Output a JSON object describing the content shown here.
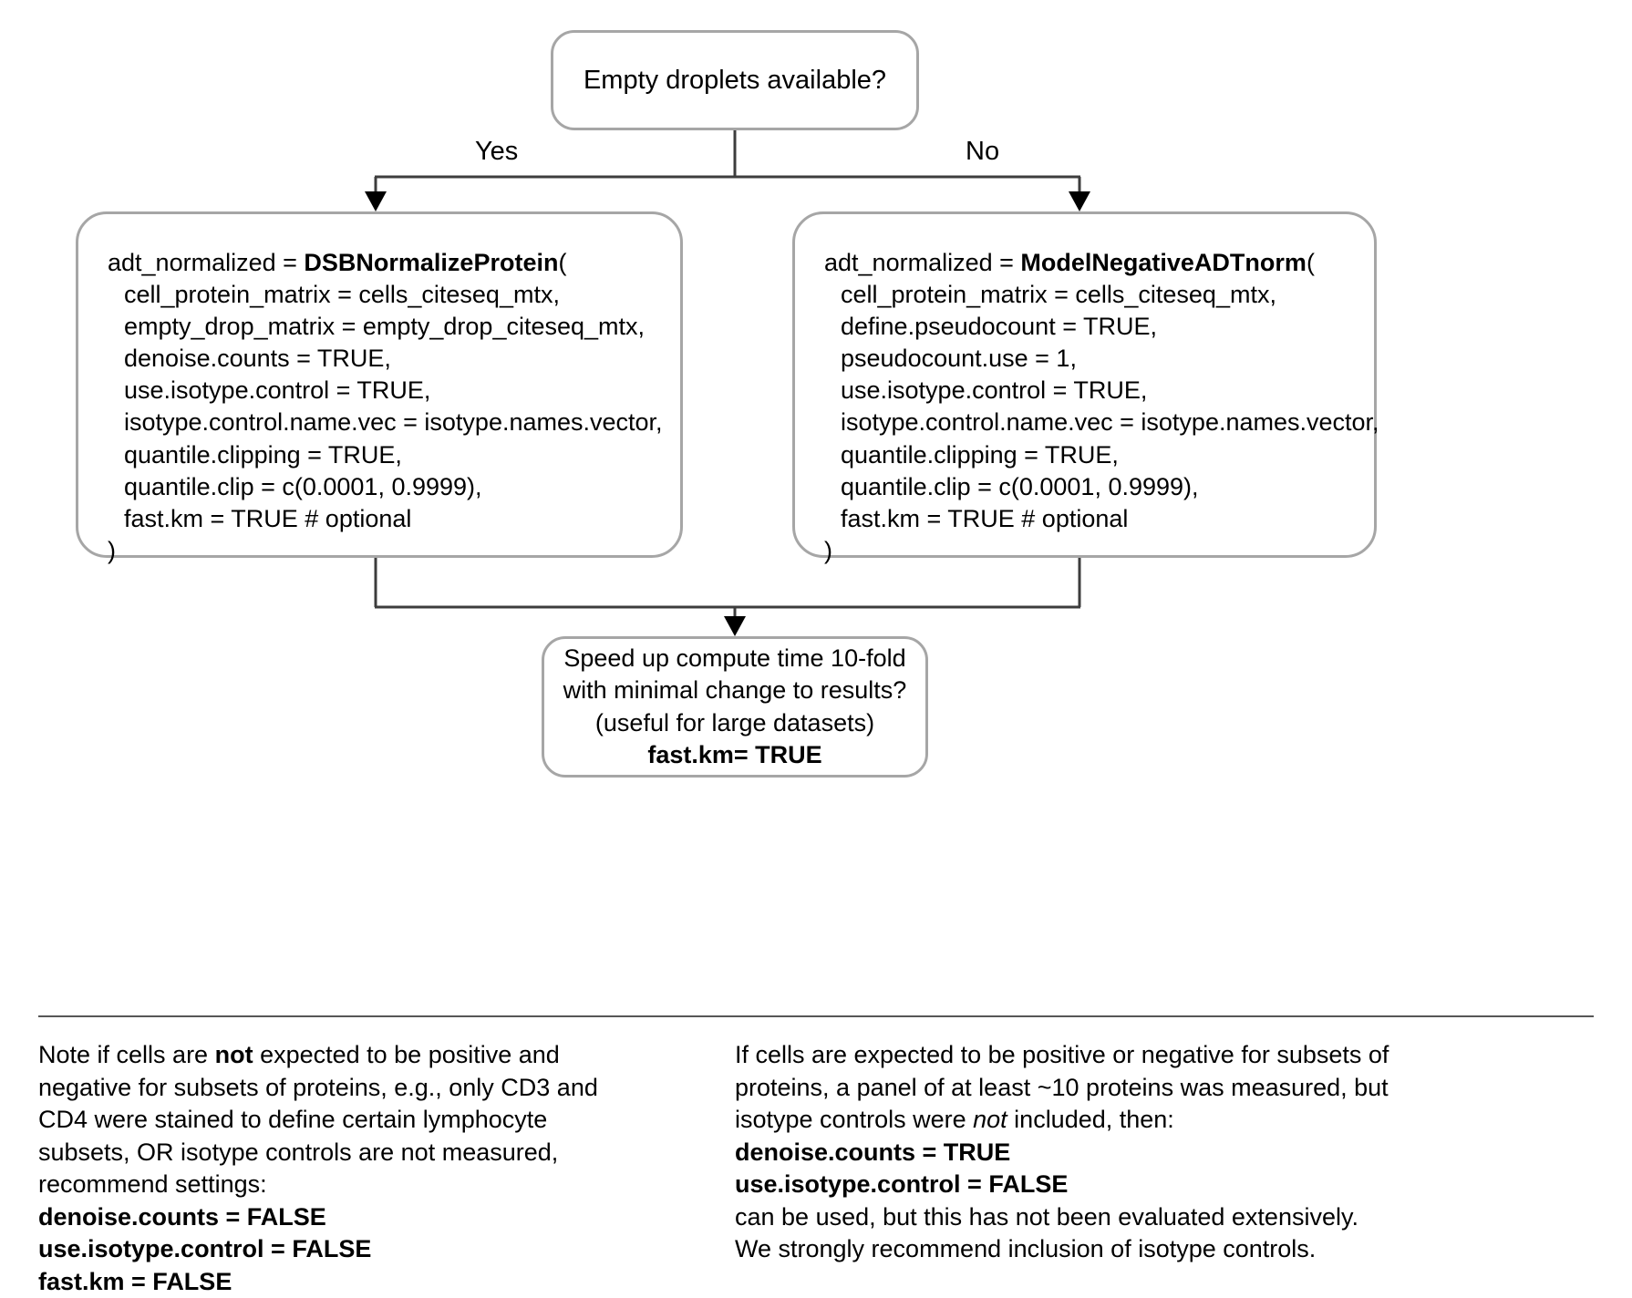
{
  "diagram": {
    "title": "dsb normalization decision flowchart",
    "decision": {
      "text": "Empty droplets available?"
    },
    "edges": {
      "yes_label": "Yes",
      "no_label": "No"
    },
    "left_node": {
      "lines": [
        {
          "prefix": "adt_normalized = ",
          "bold": "DSBNormalizeProtein",
          "suffix": "(",
          "indent": false
        },
        {
          "prefix": "cell_protein_matrix = cells_citeseq_mtx,",
          "bold": "",
          "suffix": "",
          "indent": true
        },
        {
          "prefix": "empty_drop_matrix = empty_drop_citeseq_mtx,",
          "bold": "",
          "suffix": "",
          "indent": true
        },
        {
          "prefix": "denoise.counts = TRUE,",
          "bold": "",
          "suffix": "",
          "indent": true
        },
        {
          "prefix": "use.isotype.control = TRUE,",
          "bold": "",
          "suffix": "",
          "indent": true
        },
        {
          "prefix": "isotype.control.name.vec = isotype.names.vector,",
          "bold": "",
          "suffix": "",
          "indent": true
        },
        {
          "prefix": "quantile.clipping = TRUE,",
          "bold": "",
          "suffix": "",
          "indent": true
        },
        {
          "prefix": "quantile.clip = c(0.0001, 0.9999),",
          "bold": "",
          "suffix": "",
          "indent": true
        },
        {
          "prefix": "fast.km = TRUE # optional",
          "bold": "",
          "suffix": "",
          "indent": true
        },
        {
          "prefix": ")",
          "bold": "",
          "suffix": "",
          "indent": false
        }
      ]
    },
    "right_node": {
      "lines": [
        {
          "prefix": "adt_normalized = ",
          "bold": "ModelNegativeADTnorm",
          "suffix": "(",
          "indent": false
        },
        {
          "prefix": "cell_protein_matrix = cells_citeseq_mtx,",
          "bold": "",
          "suffix": "",
          "indent": true
        },
        {
          "prefix": "define.pseudocount = TRUE,",
          "bold": "",
          "suffix": "",
          "indent": true
        },
        {
          "prefix": "pseudocount.use = 1,",
          "bold": "",
          "suffix": "",
          "indent": true
        },
        {
          "prefix": "use.isotype.control = TRUE,",
          "bold": "",
          "suffix": "",
          "indent": true
        },
        {
          "prefix": "isotype.control.name.vec = isotype.names.vector,",
          "bold": "",
          "suffix": "",
          "indent": true
        },
        {
          "prefix": "quantile.clipping = TRUE,",
          "bold": "",
          "suffix": "",
          "indent": true
        },
        {
          "prefix": "quantile.clip = c(0.0001, 0.9999),",
          "bold": "",
          "suffix": "",
          "indent": true
        },
        {
          "prefix": "fast.km = TRUE # optional",
          "bold": "",
          "suffix": "",
          "indent": true
        },
        {
          "prefix": ")",
          "bold": "",
          "suffix": "",
          "indent": false
        }
      ]
    },
    "bottom_node": {
      "line1": "Speed up compute time 10-fold",
      "line2": "with minimal change to results?",
      "line3": "(useful for large datasets)",
      "line4": "fast.km= TRUE"
    }
  },
  "footnotes": {
    "left": {
      "para_a": "Note if cells are ",
      "para_a_bold": "not",
      "para_a_rest": " expected to be positive and negative for subsets of proteins, e.g., only CD3 and CD4 were stained to define certain lymphocyte subsets, OR isotype controls are not measured, recommend settings:",
      "setting1": "denoise.counts = FALSE",
      "setting2": "use.isotype.control = FALSE",
      "setting3": "fast.km = FALSE"
    },
    "right": {
      "para_a": "If cells are expected to be positive or negative for subsets of proteins, a panel of at least ~10 proteins was measured, but isotype controls were ",
      "para_a_italic": "not",
      "para_a_rest": " included, then:",
      "setting1": "denoise.counts = TRUE",
      "setting2": "use.isotype.control = FALSE",
      "closing1": "can be used, but this has not been evaluated extensively.",
      "closing2": "We strongly recommend inclusion of isotype controls."
    }
  },
  "style": {
    "node_border_color": "#a6a6a6",
    "connector_color": "#3d3d3d",
    "text_color": "#000000",
    "background": "#ffffff"
  }
}
